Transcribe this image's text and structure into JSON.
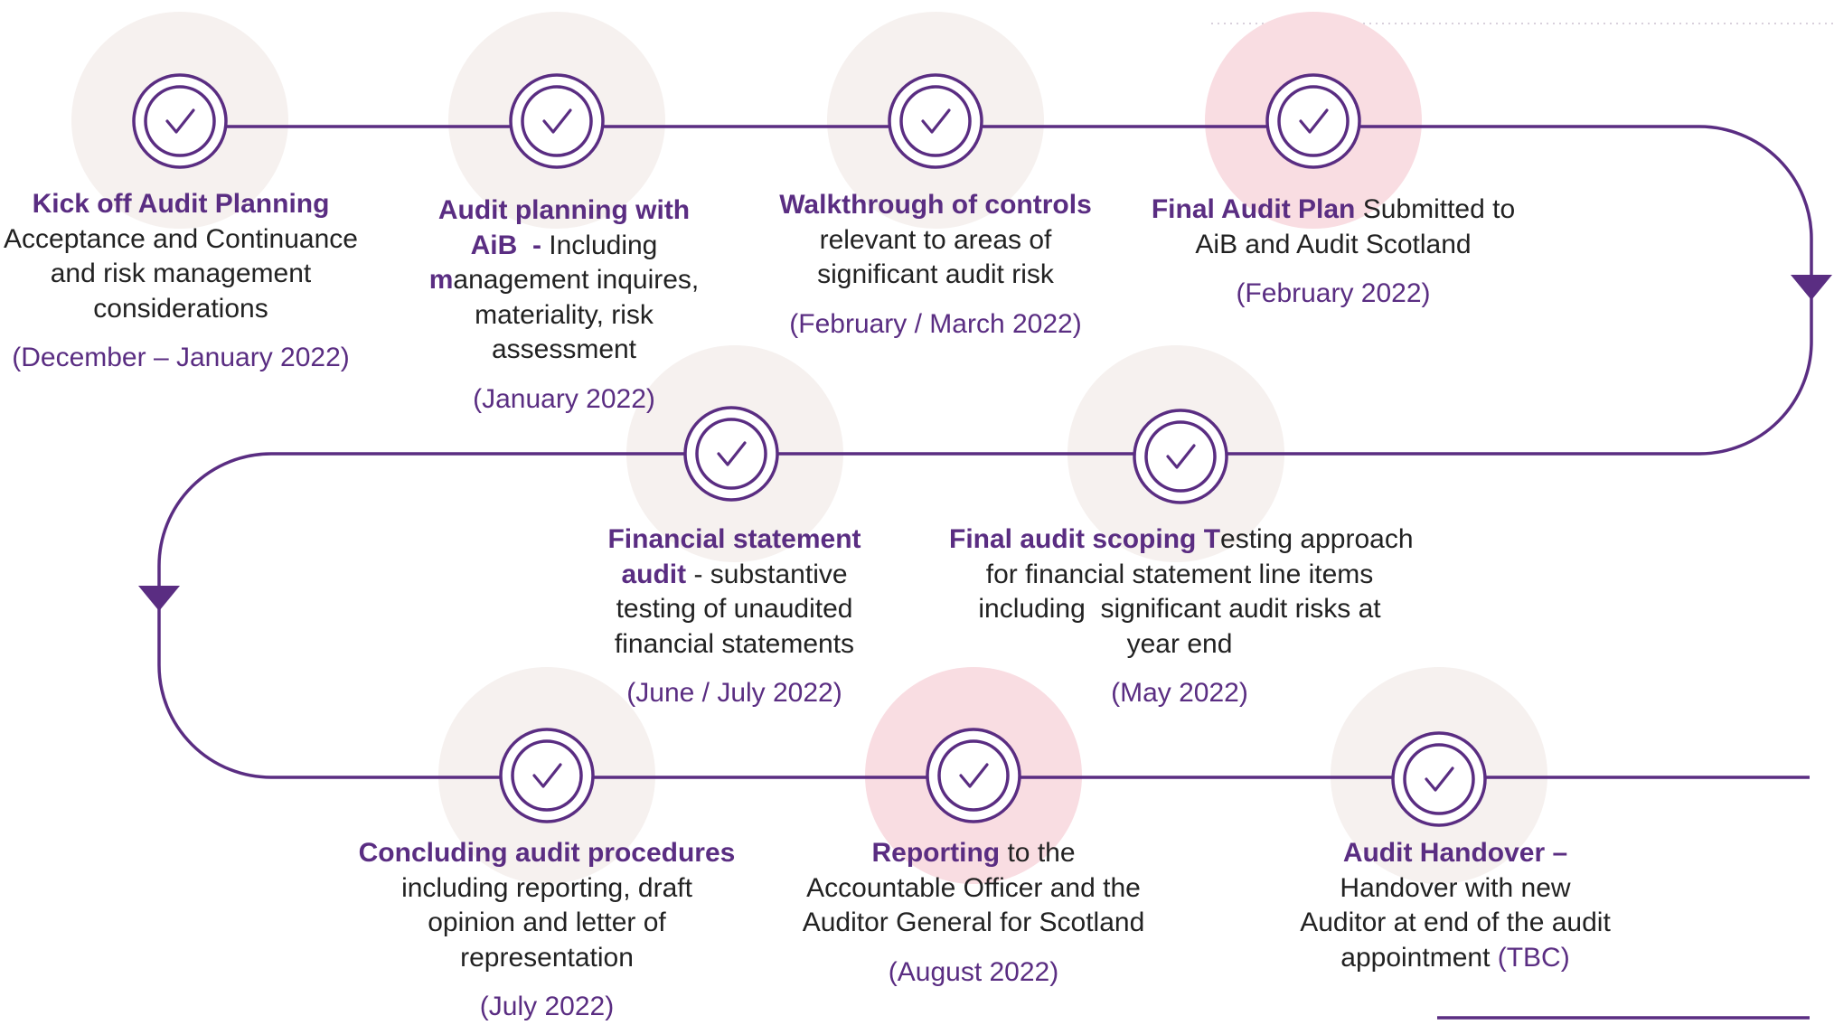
{
  "colors": {
    "primary": "#5a2d82",
    "halo_neutral": "#f6f1ef",
    "halo_highlight": "#f9dde2",
    "text": "#222222"
  },
  "icon": "check-circle-icon",
  "steps": [
    {
      "highlight": false,
      "title": "Kick off Audit Planning",
      "lines": [
        "Acceptance and Continuance",
        "and risk management",
        "considerations"
      ],
      "date": "(December – January 2022)"
    },
    {
      "highlight": false,
      "title_line1": "Audit planning with",
      "title_line2a": "AiB",
      "dash": "  - ",
      "rest_line2": "Including",
      "accent_letter": "m",
      "rest_line3": "anagement inquires,",
      "lines": [
        "materiality, risk",
        "assessment"
      ],
      "date": "(January 2022)"
    },
    {
      "highlight": false,
      "title": "Walkthrough of controls",
      "lines": [
        "relevant to areas of",
        "significant audit risk"
      ],
      "date": "(February / March 2022)"
    },
    {
      "highlight": true,
      "title": "Final Audit Plan",
      "rest_line1": " Submitted to",
      "lines": [
        "AiB and Audit Scotland"
      ],
      "date": "(February 2022)"
    },
    {
      "highlight": false,
      "title_line1": "Financial statement",
      "title_line2": "audit",
      "rest_line2": " - substantive",
      "lines": [
        "testing of unaudited",
        "financial statements"
      ],
      "date": "(June / July 2022)"
    },
    {
      "highlight": false,
      "title": "Final audit scoping ",
      "accent_letter": "T",
      "rest_line1": "esting approach",
      "lines": [
        "for financial statement line items",
        "including  significant audit risks at",
        "year end"
      ],
      "date": "(May 2022)"
    },
    {
      "highlight": false,
      "title": "Concluding audit procedures",
      "lines": [
        "including reporting, draft",
        "opinion and letter of",
        "representation"
      ],
      "date": "(July 2022)"
    },
    {
      "highlight": true,
      "title": "Reporting",
      "rest_line1": " to the",
      "lines": [
        "Accountable Officer and the",
        "Auditor General for Scotland"
      ],
      "date": "(August 2022)"
    },
    {
      "highlight": false,
      "title": "Audit Handover –",
      "lines": [
        "Handover with new",
        "Auditor at end of the audit"
      ],
      "last_line": "appointment ",
      "date_inline": "(TBC)"
    }
  ]
}
